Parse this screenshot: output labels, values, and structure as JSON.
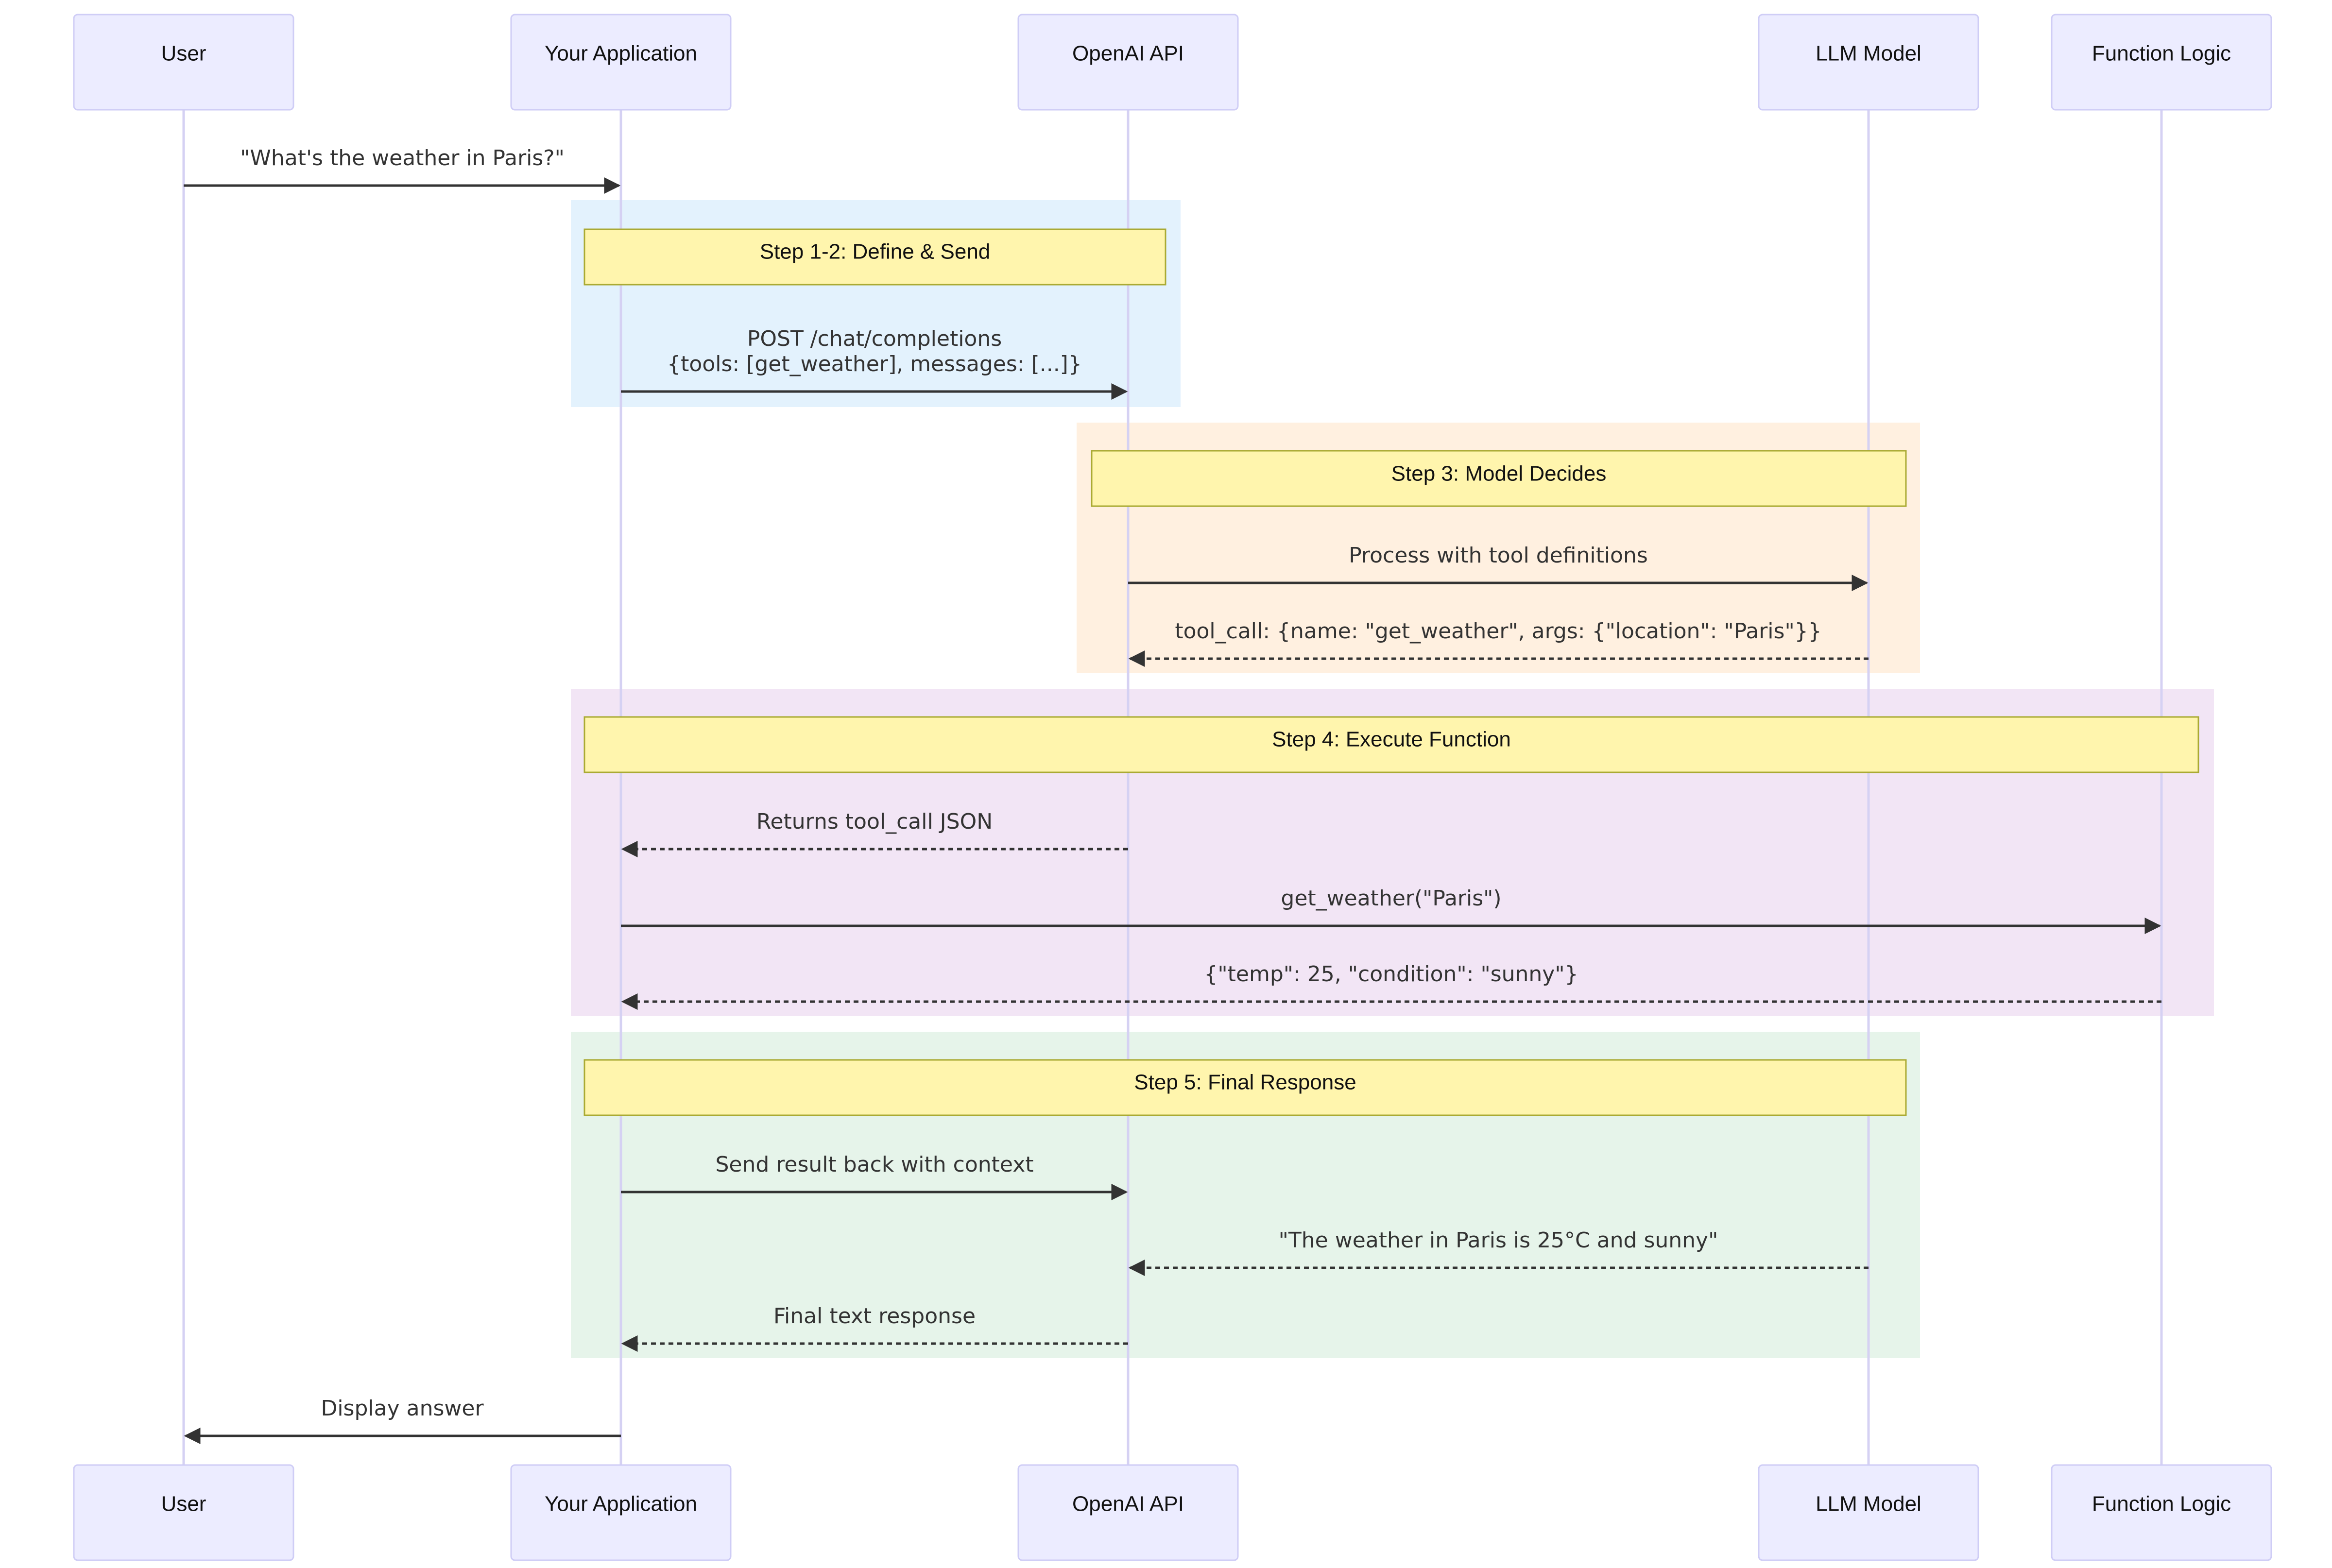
{
  "participants": [
    {
      "id": "user",
      "label": "User"
    },
    {
      "id": "app",
      "label": "Your Application"
    },
    {
      "id": "api",
      "label": "OpenAI API"
    },
    {
      "id": "llm",
      "label": "LLM Model"
    },
    {
      "id": "fn",
      "label": "Function Logic"
    }
  ],
  "colors": {
    "step_1_2": "#E3F2FD",
    "step_3": "#FFF0E0",
    "step_4": "#F2E5F5",
    "step_5": "#E6F4EA",
    "note": "#FFF5AD",
    "actor": "#ECECFF",
    "lifeline": "#D5D1F3",
    "arrow": "#333333"
  },
  "messages": [
    {
      "from": "user",
      "to": "app",
      "style": "solid",
      "lines": [
        "\"What's the weather in Paris?\""
      ]
    },
    {
      "from": "app",
      "to": "api",
      "style": "solid",
      "lines": [
        "POST /chat/completions",
        "{tools: [get_weather], messages: [...]}"
      ]
    },
    {
      "from": "api",
      "to": "llm",
      "style": "solid",
      "lines": [
        "Process with tool definitions"
      ]
    },
    {
      "from": "llm",
      "to": "api",
      "style": "dashed",
      "lines": [
        "tool_call: {name: \"get_weather\", args: {\"location\": \"Paris\"}}"
      ]
    },
    {
      "from": "api",
      "to": "app",
      "style": "dashed",
      "lines": [
        "Returns tool_call JSON"
      ]
    },
    {
      "from": "app",
      "to": "fn",
      "style": "solid",
      "lines": [
        "get_weather(\"Paris\")"
      ]
    },
    {
      "from": "fn",
      "to": "app",
      "style": "dashed",
      "lines": [
        "{\"temp\": 25, \"condition\": \"sunny\"}"
      ]
    },
    {
      "from": "app",
      "to": "api",
      "style": "solid",
      "lines": [
        "Send result back with context"
      ]
    },
    {
      "from": "llm",
      "to": "api",
      "style": "dashed",
      "lines": [
        "\"The weather in Paris is 25°C and sunny\""
      ]
    },
    {
      "from": "api",
      "to": "app",
      "style": "dashed",
      "lines": [
        "Final text response"
      ]
    },
    {
      "from": "app",
      "to": "user",
      "style": "solid",
      "lines": [
        "Display answer"
      ]
    }
  ],
  "steps": [
    {
      "label": "Step 1-2: Define & Send",
      "color_key": "step_1_2",
      "from": "app",
      "to": "api"
    },
    {
      "label": "Step 3: Model Decides",
      "color_key": "step_3",
      "from": "api",
      "to": "llm"
    },
    {
      "label": "Step 4: Execute Function",
      "color_key": "step_4",
      "from": "app",
      "to": "fn"
    },
    {
      "label": "Step 5: Final Response",
      "color_key": "step_5",
      "from": "app",
      "to": "llm"
    }
  ]
}
